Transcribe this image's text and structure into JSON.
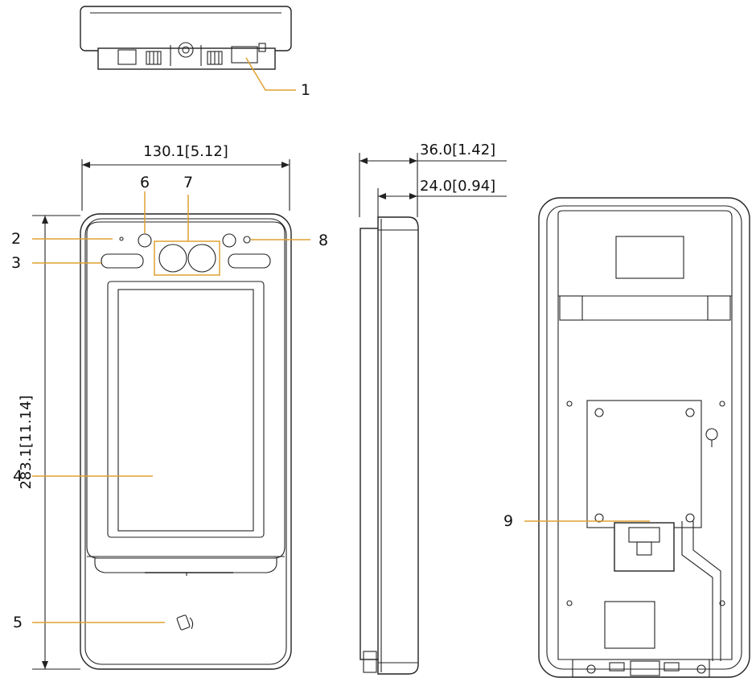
{
  "dimensions": {
    "width": "130.1[5.12]",
    "height": "283.1[11.14]",
    "depth_total": "36.0[1.42]",
    "depth_body": "24.0[0.94]"
  },
  "callouts": [
    "1",
    "2",
    "3",
    "4",
    "5",
    "6",
    "7",
    "8",
    "9"
  ],
  "colors": {
    "line": "#222222",
    "leader": "#e0a030",
    "background": "#ffffff"
  },
  "icons": {
    "card_reader": "nfc-card-icon"
  }
}
